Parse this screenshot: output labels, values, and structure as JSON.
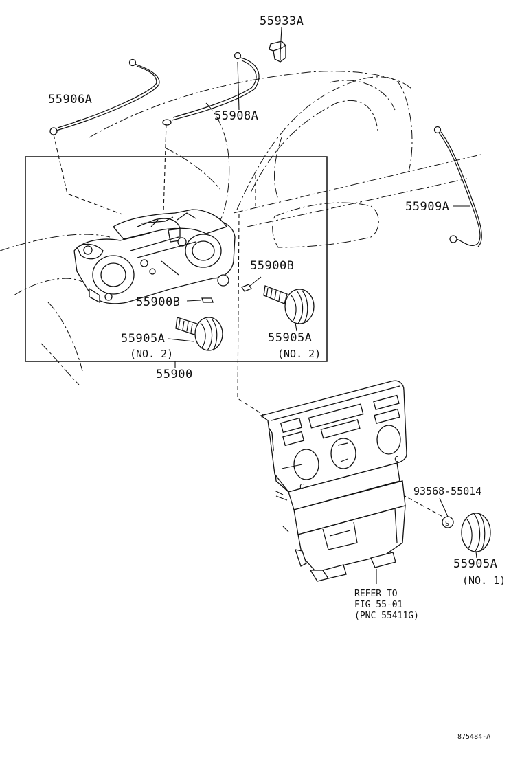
{
  "labels": {
    "p55933A": "55933A",
    "p55906A": "55906A",
    "p55908A": "55908A",
    "p55909A": "55909A",
    "p55900B_right": "55900B",
    "p55900B_left": "55900B",
    "p55905A_left": "55905A",
    "p55905A_left_sub": "(NO. 2)",
    "p55905A_right": "55905A",
    "p55905A_right_sub": "(NO. 2)",
    "p55900": "55900",
    "p93568": "93568-55014",
    "p55905A_no1": "55905A",
    "p55905A_no1_sub": "(NO. 1)",
    "refer_line1": "REFER TO",
    "refer_line2": "FIG 55-01",
    "refer_line3": "(PNC 55411G)",
    "screw_mark": "S",
    "panel_mark_c": "C",
    "drawing_code": "875484-A"
  }
}
